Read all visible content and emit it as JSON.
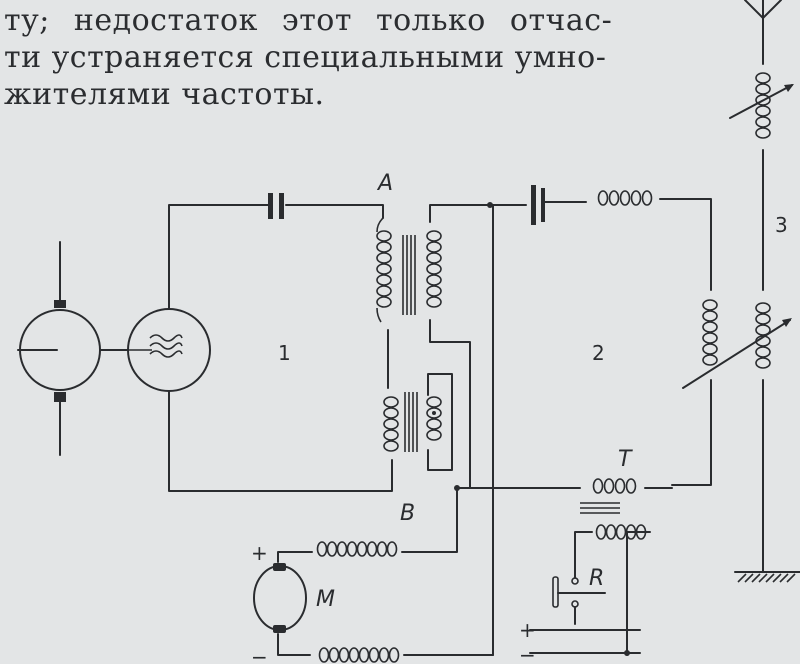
{
  "text": {
    "lines": [
      "ту; недостаток этот только отчас-",
      "ти устраняется специальными умно-",
      "жителями частоты."
    ]
  },
  "diagram": {
    "circuit_labels": {
      "circuit_1": "1",
      "circuit_2": "2",
      "circuit_3": "3"
    },
    "component_labels": {
      "transformer_a": "A",
      "transformer_b": "B",
      "coil_t": "T",
      "key_r": "R",
      "motor_m": "M"
    },
    "polarity": {
      "motor_plus": "+",
      "motor_minus": "−",
      "battery_plus": "+",
      "battery_minus": "−"
    }
  },
  "colors": {
    "paper": "#e3e5e6",
    "ink": "#2a2c2f"
  }
}
